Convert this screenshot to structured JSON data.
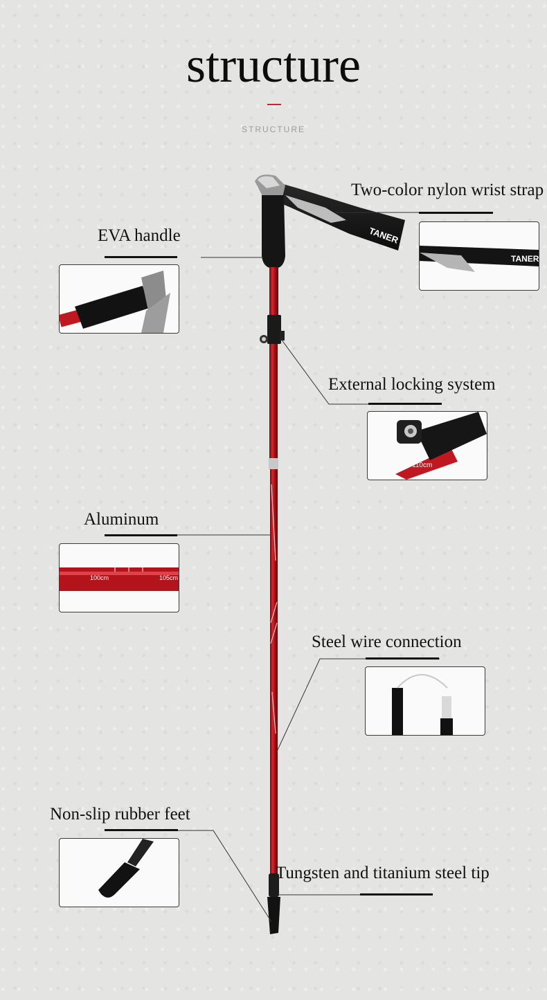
{
  "header": {
    "title": "structure",
    "subtitle": "STRUCTURE"
  },
  "callouts": [
    {
      "id": "wrist-strap",
      "label": "Two-color nylon wrist strap"
    },
    {
      "id": "eva-handle",
      "label": "EVA handle"
    },
    {
      "id": "locking-system",
      "label": "External locking system"
    },
    {
      "id": "aluminum",
      "label": "Aluminum"
    },
    {
      "id": "steel-wire",
      "label": "Steel wire connection"
    },
    {
      "id": "rubber-feet",
      "label": "Non-slip rubber feet"
    },
    {
      "id": "tip",
      "label": "Tungsten and titanium steel tip"
    }
  ],
  "product_text": {
    "strap_brand": "TANER",
    "scale_marks": [
      "100cm",
      "105cm",
      "110cm"
    ]
  },
  "colors": {
    "accent": "#c6262b",
    "pole_red": "#b3131b",
    "background": "#e4e4e2"
  }
}
